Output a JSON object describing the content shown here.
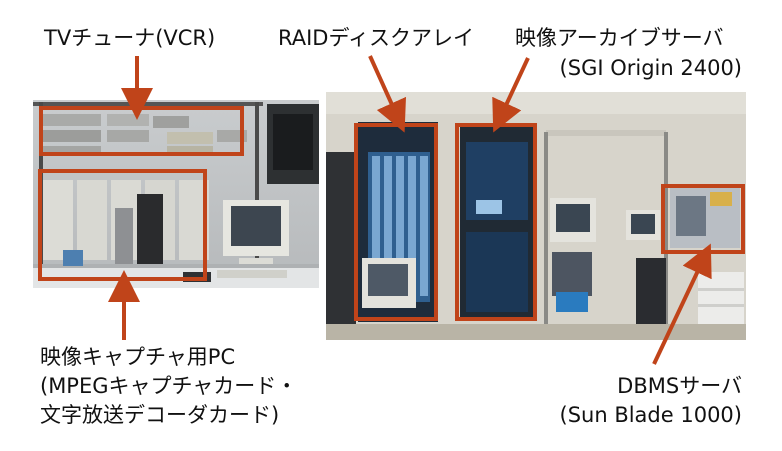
{
  "labels": {
    "tv_tuner": "TVチューナ(VCR)",
    "raid": "RAIDディスクアレイ",
    "archive_server_title": "映像アーカイブサーバ",
    "archive_server_model": "(SGI Origin 2400)",
    "capture_pc_line1": "映像キャプチャ用PC",
    "capture_pc_line2": "(MPEGキャプチャカード・",
    "capture_pc_line3": "文字放送デコーダカード)",
    "dbms_server_title": "DBMSサーバ",
    "dbms_server_model": "(Sun Blade 1000)"
  },
  "colors": {
    "annotation": "#c0441a",
    "text": "#111111",
    "background": "#ffffff"
  }
}
